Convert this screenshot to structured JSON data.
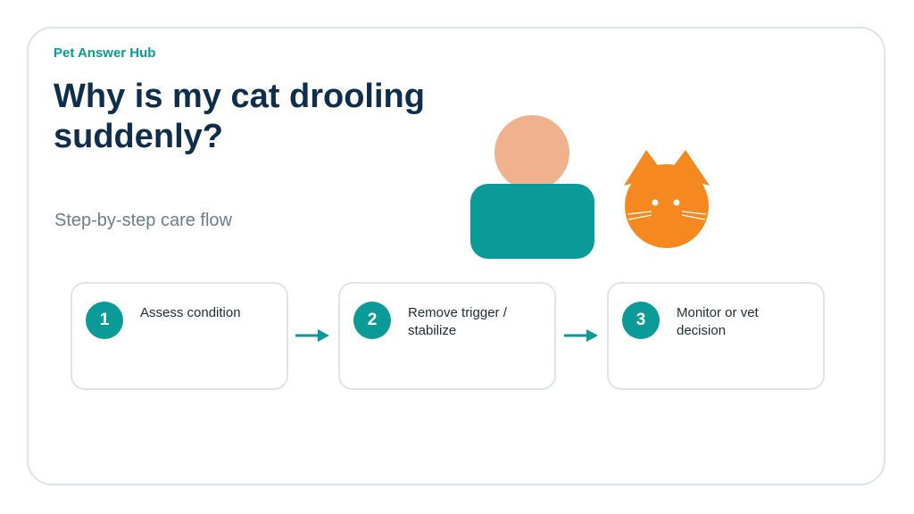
{
  "brand": "Pet Answer Hub",
  "title": "Why is my cat drooling suddenly?",
  "subtitle": "Step-by-step care flow",
  "steps": [
    {
      "number": "1",
      "label": "Assess condition"
    },
    {
      "number": "2",
      "label": "Remove trigger / stabilize"
    },
    {
      "number": "3",
      "label": "Monitor or vet decision"
    }
  ],
  "colors": {
    "accent": "#0a9a97",
    "title": "#0f2d4d",
    "subtitle": "#6b7d90",
    "person_head": "#f0b18d",
    "person_body": "#0a9a97",
    "cat": "#f5891f",
    "border": "#dde5ec"
  },
  "icons": [
    "person-illustration",
    "cat-face-icon",
    "arrow-right-icon"
  ]
}
